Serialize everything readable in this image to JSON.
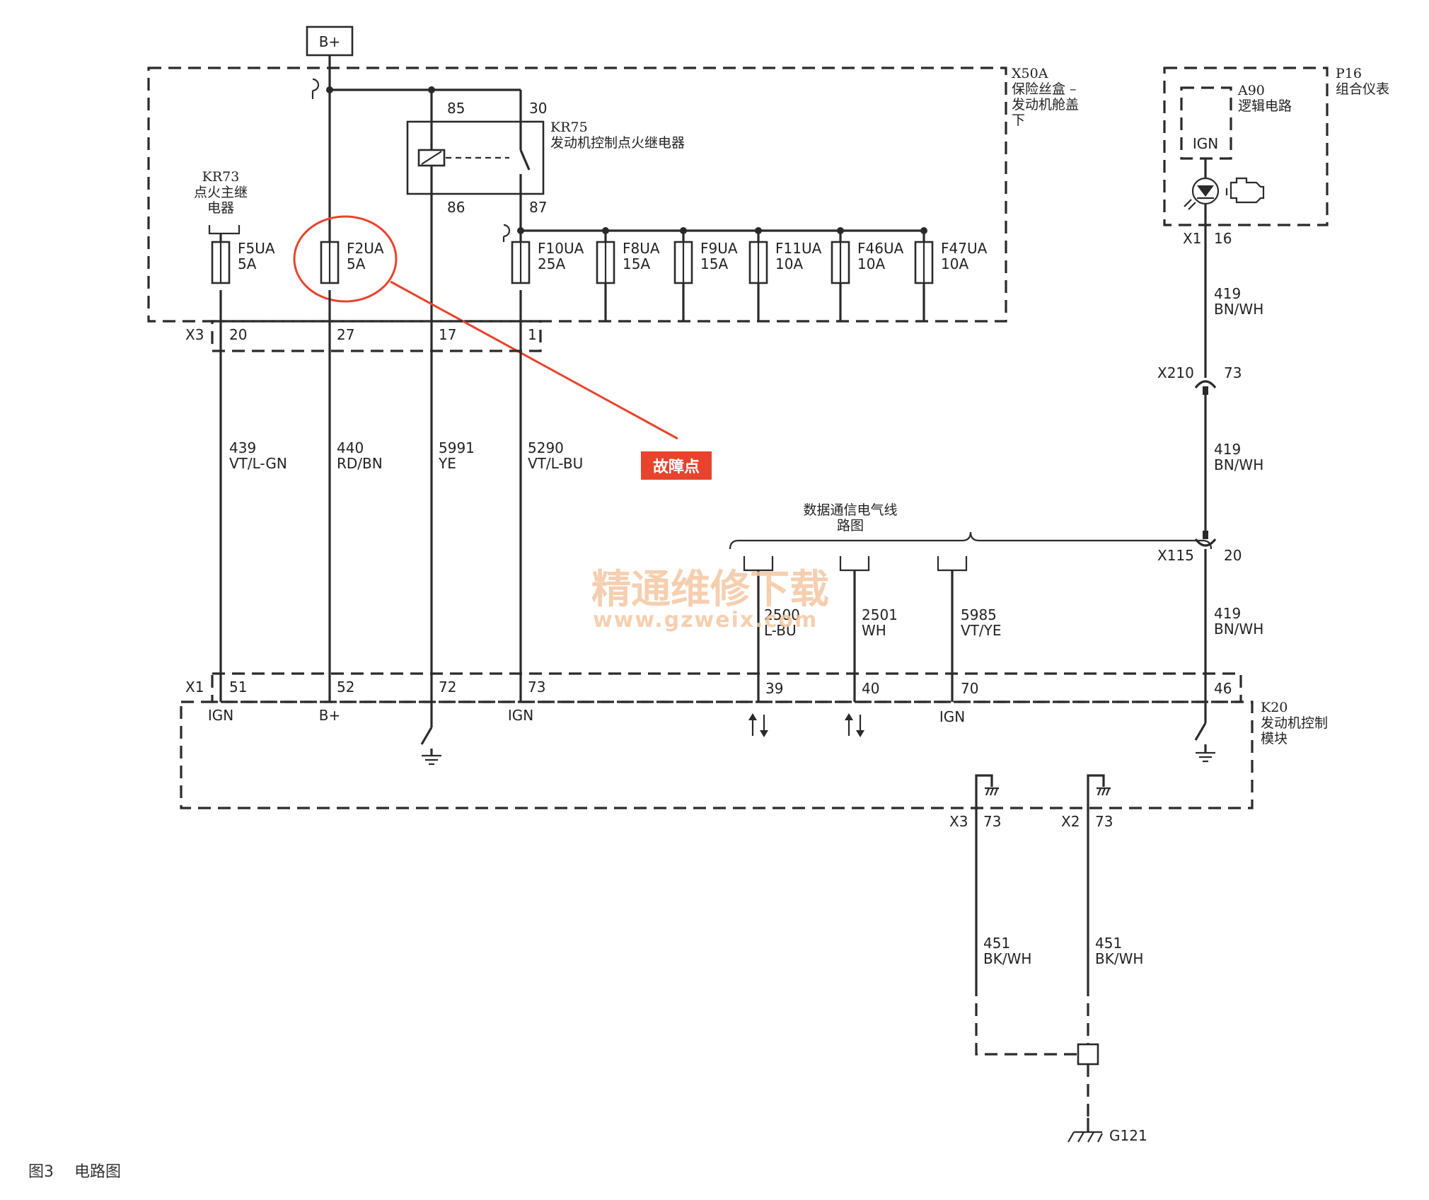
{
  "power": {
    "label": "B+"
  },
  "fuse_box": {
    "id": "X50A",
    "name_lines": [
      "保险丝盒 –",
      "发动机舱盖",
      "下"
    ]
  },
  "relay_kr75": {
    "id": "KR75",
    "name": "发动机控制点火继电器",
    "pins": [
      "85",
      "30",
      "86",
      "87"
    ]
  },
  "relay_kr73": {
    "id": "KR73",
    "name_lines": [
      "点火主继",
      "电器"
    ]
  },
  "fuses": [
    {
      "name": "F5UA",
      "rating": "5A"
    },
    {
      "name": "F2UA",
      "rating": "5A"
    },
    {
      "name": "F10UA",
      "rating": "25A"
    },
    {
      "name": "F8UA",
      "rating": "15A"
    },
    {
      "name": "F9UA",
      "rating": "15A"
    },
    {
      "name": "F11UA",
      "rating": "10A"
    },
    {
      "name": "F46UA",
      "rating": "10A"
    },
    {
      "name": "F47UA",
      "rating": "10A"
    }
  ],
  "connector_x3_top": {
    "id": "X3",
    "pins": [
      "20",
      "27",
      "17",
      "1"
    ]
  },
  "wires_left": [
    {
      "circuit": "439",
      "color": "VT/L-GN"
    },
    {
      "circuit": "440",
      "color": "RD/BN"
    },
    {
      "circuit": "5991",
      "color": "YE"
    },
    {
      "circuit": "5290",
      "color": "VT/L-BU"
    }
  ],
  "fault": {
    "label": "故障点",
    "color": "#e8432d"
  },
  "data_comm": {
    "title_lines": [
      "数据通信电气线",
      "路图"
    ]
  },
  "wires_data": [
    {
      "circuit": "2500",
      "color": "L-BU"
    },
    {
      "circuit": "2501",
      "color": "WH"
    },
    {
      "circuit": "5985",
      "color": "VT/YE"
    }
  ],
  "cluster": {
    "id": "P16",
    "name": "组合仪表",
    "logic_id": "A90",
    "logic_name": "逻辑电路",
    "ign": "IGN",
    "connector": "X1",
    "pin": "16"
  },
  "right_chain": [
    {
      "circuit": "419",
      "color": "BN/WH"
    },
    {
      "connector": "X210",
      "pin": "73"
    },
    {
      "circuit": "419",
      "color": "BN/WH"
    },
    {
      "connector": "X115",
      "pin": "20"
    },
    {
      "circuit": "419",
      "color": "BN/WH"
    }
  ],
  "ecm": {
    "id": "K20",
    "name_lines": [
      "发动机控制",
      "模块"
    ],
    "connector": "X1",
    "pins": [
      "51",
      "52",
      "72",
      "73",
      "39",
      "40",
      "70",
      "46"
    ],
    "pin_labels": [
      "IGN",
      "B+",
      "IGN",
      "IGN"
    ]
  },
  "ground_connectors": [
    {
      "connector": "X3",
      "pin": "73",
      "circuit": "451",
      "color": "BK/WH"
    },
    {
      "connector": "X2",
      "pin": "73",
      "circuit": "451",
      "color": "BK/WH"
    }
  ],
  "ground": {
    "id": "G121"
  },
  "watermark": {
    "cn": "精通维修下载",
    "url": "www.gzweix.com"
  },
  "caption": {
    "fig": "图3",
    "title": "电路图"
  }
}
